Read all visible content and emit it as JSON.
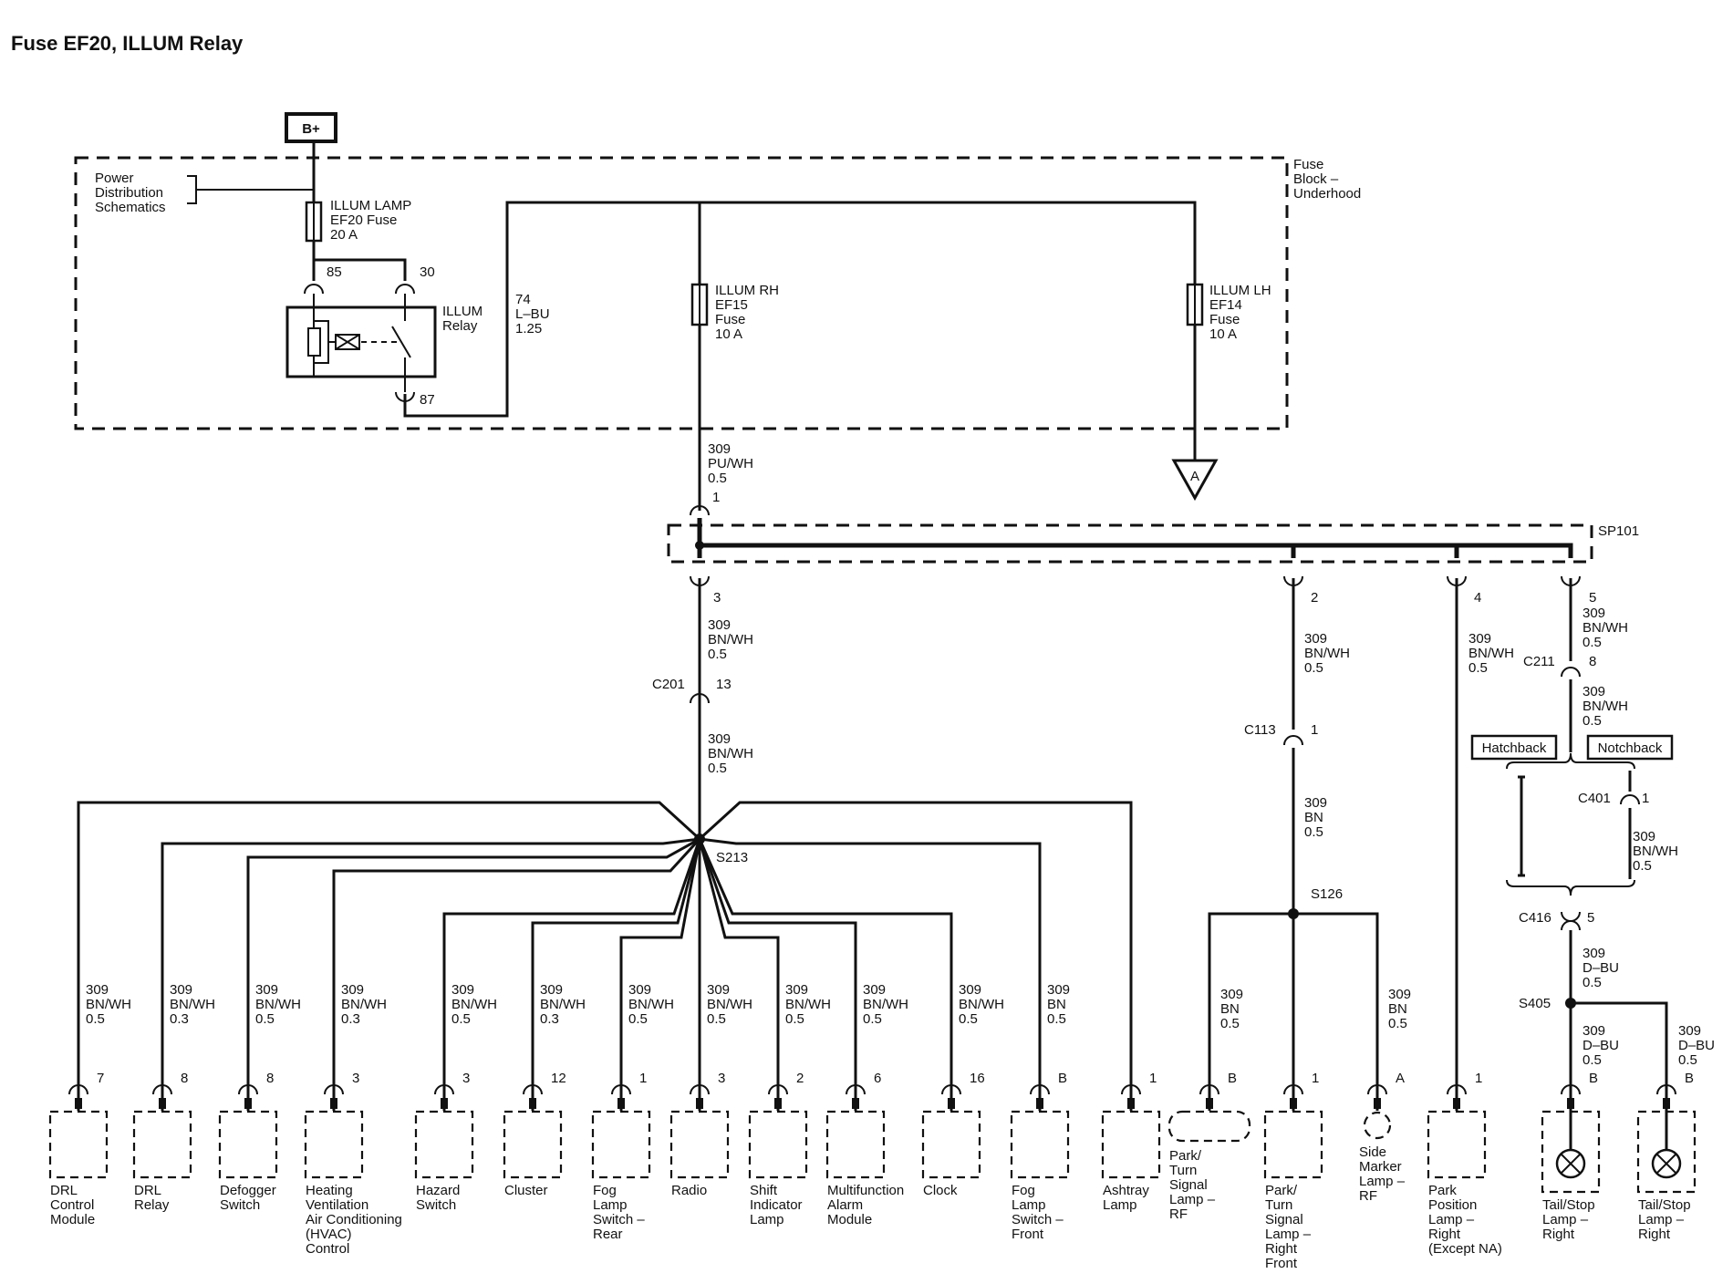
{
  "title": "Fuse EF20, ILLUM Relay",
  "battery": "B+",
  "fuse_block": [
    "Fuse",
    "Block –",
    "Underhood"
  ],
  "power_distribution": [
    "Power",
    "Distribution",
    "Schematics"
  ],
  "fuses": {
    "ef20": [
      "ILLUM LAMP",
      "EF20 Fuse",
      "20 A"
    ],
    "ef15": [
      "ILLUM RH",
      "EF15",
      "Fuse",
      "10 A"
    ],
    "ef14": [
      "ILLUM LH",
      "EF14",
      "Fuse",
      "10 A"
    ]
  },
  "relay": {
    "label": [
      "ILLUM",
      "Relay"
    ],
    "pin85": "85",
    "pin30": "30",
    "pin87": "87"
  },
  "wire74": [
    "74",
    "L–BU",
    "1.25"
  ],
  "offpage": "A",
  "splice_pack": "SP101",
  "wires": {
    "w309pu": [
      "309",
      "PU/WH",
      "0.5"
    ],
    "bnwh05": [
      "309",
      "BN/WH",
      "0.5"
    ],
    "bnwh03": [
      "309",
      "BN/WH",
      "0.3"
    ],
    "bn05": [
      "309",
      "BN",
      "0.5"
    ],
    "dbu05": [
      "309",
      "D–BU",
      "0.5"
    ],
    "dbu05b": [
      "309",
      "D–BU",
      "0.5"
    ]
  },
  "pins": {
    "sp_in": "1",
    "sp3": "3",
    "sp2": "2",
    "sp4": "4",
    "sp5": "5",
    "c201": "C201",
    "c201pin": "13",
    "c113": "C113",
    "c113pin": "1",
    "c211": "C211",
    "c211pin": "8",
    "c401": "C401",
    "c401pin": "1",
    "c416": "C416",
    "c416pin": "5"
  },
  "splices": {
    "s213": "S213",
    "s126": "S126",
    "s405": "S405"
  },
  "options": {
    "hatchback": "Hatchback",
    "notchback": "Notchback"
  },
  "components": [
    {
      "pin": "7",
      "label": [
        "DRL",
        "Control",
        "Module"
      ]
    },
    {
      "pin": "8",
      "label": [
        "DRL",
        "Relay"
      ]
    },
    {
      "pin": "8",
      "label": [
        "Defogger",
        "Switch"
      ]
    },
    {
      "pin": "3",
      "label": [
        "Heating",
        "Ventilation",
        "Air Conditioning",
        "(HVAC)",
        "Control"
      ]
    },
    {
      "pin": "3",
      "label": [
        "Hazard",
        "Switch"
      ]
    },
    {
      "pin": "12",
      "label": [
        "Cluster"
      ]
    },
    {
      "pin": "1",
      "label": [
        "Fog",
        "Lamp",
        "Switch –",
        "Rear"
      ]
    },
    {
      "pin": "3",
      "label": [
        "Radio"
      ]
    },
    {
      "pin": "2",
      "label": [
        "Shift",
        "Indicator",
        "Lamp"
      ]
    },
    {
      "pin": "6",
      "label": [
        "Multifunction",
        "Alarm",
        "Module"
      ]
    },
    {
      "pin": "16",
      "label": [
        "Clock"
      ]
    },
    {
      "pin": "B",
      "label": [
        "Fog",
        "Lamp",
        "Switch –",
        "Front"
      ]
    },
    {
      "pin": "1",
      "label": [
        "Ashtray",
        "Lamp"
      ]
    },
    {
      "pin": "B",
      "label": [
        "Park/",
        "Turn",
        "Signal",
        "Lamp –",
        "RF"
      ]
    },
    {
      "pin": "1",
      "label": [
        "Park/",
        "Turn",
        "Signal",
        "Lamp –",
        "Right",
        "Front"
      ]
    },
    {
      "pin": "A",
      "label": [
        "Side",
        "Marker",
        "Lamp –",
        "RF"
      ]
    },
    {
      "pin": "1",
      "label": [
        "Park",
        "Position",
        "Lamp –",
        "Right",
        "(Except NA)"
      ]
    },
    {
      "pin": "B",
      "label": [
        "Tail/Stop",
        "Lamp –",
        "Right"
      ]
    },
    {
      "pin": "B",
      "label": [
        "Tail/Stop",
        "Lamp –",
        "Right"
      ]
    }
  ],
  "branch_wires": [
    "bnwh05",
    "bnwh03",
    "bnwh05",
    "bnwh03",
    "bnwh05",
    "bnwh03",
    "bnwh05",
    "bnwh05",
    "bnwh05",
    "bnwh05",
    "bnwh05",
    "bn05"
  ]
}
